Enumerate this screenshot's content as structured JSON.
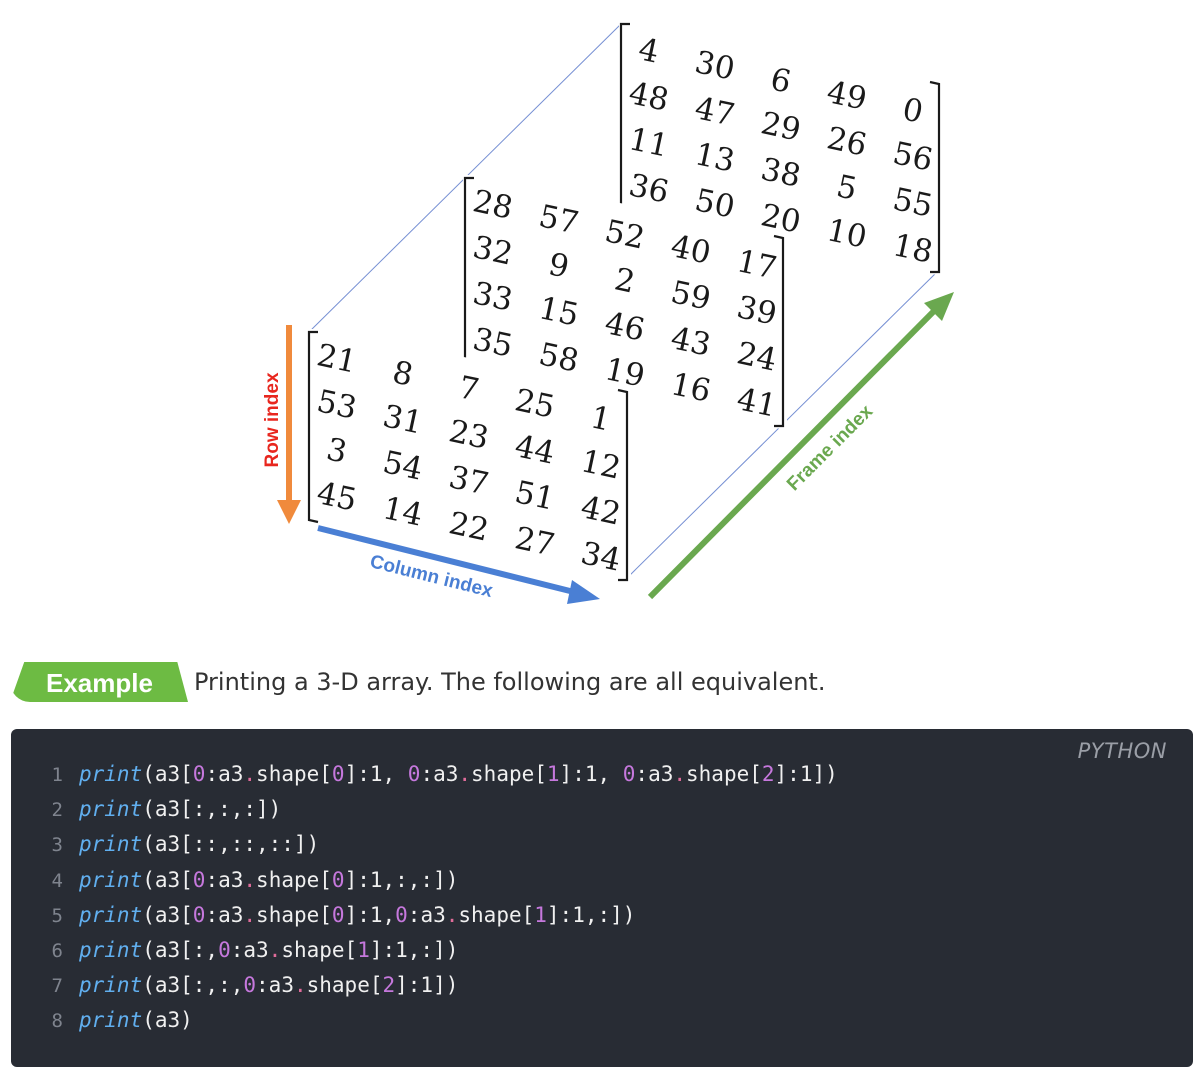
{
  "figure": {
    "back_matrix": [
      [
        4,
        30,
        6,
        49,
        0
      ],
      [
        48,
        47,
        29,
        26,
        56
      ],
      [
        11,
        13,
        38,
        5,
        55
      ],
      [
        36,
        50,
        20,
        10,
        18
      ]
    ],
    "middle_matrix": [
      [
        28,
        57,
        52,
        40,
        17
      ],
      [
        32,
        9,
        2,
        59,
        39
      ],
      [
        33,
        15,
        46,
        43,
        24
      ],
      [
        35,
        58,
        19,
        16,
        41
      ]
    ],
    "front_matrix": [
      [
        21,
        8,
        7,
        25,
        1
      ],
      [
        53,
        31,
        23,
        44,
        12
      ],
      [
        3,
        54,
        37,
        51,
        42
      ],
      [
        45,
        14,
        22,
        27,
        34
      ]
    ],
    "row_axis_label": "Row index",
    "column_axis_label": "Column index",
    "frame_axis_label": "Frame index",
    "colors": {
      "row_axis": "#f08a3c",
      "row_label": "#e8261e",
      "column_axis": "#4a7fd4",
      "frame_axis": "#6aa84f",
      "guide_lines": "#3a5fc0"
    }
  },
  "example": {
    "badge": "Example",
    "description": "Printing a 3-D array. The following are all equivalent."
  },
  "code": {
    "language": "PYTHON",
    "lines": [
      {
        "n": "1",
        "tokens": [
          [
            "fn",
            "print"
          ],
          [
            "p",
            "(a3["
          ],
          [
            "num",
            "0"
          ],
          [
            "p",
            ":a3"
          ],
          [
            "op",
            "."
          ],
          [
            "p",
            "shape["
          ],
          [
            "num",
            "0"
          ],
          [
            "p",
            "]:1, "
          ],
          [
            "num",
            "0"
          ],
          [
            "p",
            ":a3"
          ],
          [
            "op",
            "."
          ],
          [
            "p",
            "shape["
          ],
          [
            "num",
            "1"
          ],
          [
            "p",
            "]:1, "
          ],
          [
            "num",
            "0"
          ],
          [
            "p",
            ":a3"
          ],
          [
            "op",
            "."
          ],
          [
            "p",
            "shape["
          ],
          [
            "num",
            "2"
          ],
          [
            "p",
            "]:1])"
          ]
        ]
      },
      {
        "n": "2",
        "tokens": [
          [
            "fn",
            "print"
          ],
          [
            "p",
            "(a3[:,:,:])"
          ]
        ]
      },
      {
        "n": "3",
        "tokens": [
          [
            "fn",
            "print"
          ],
          [
            "p",
            "(a3[::,::,::])"
          ]
        ]
      },
      {
        "n": "4",
        "tokens": [
          [
            "fn",
            "print"
          ],
          [
            "p",
            "(a3["
          ],
          [
            "num",
            "0"
          ],
          [
            "p",
            ":a3"
          ],
          [
            "op",
            "."
          ],
          [
            "p",
            "shape["
          ],
          [
            "num",
            "0"
          ],
          [
            "p",
            "]:1,:,:])"
          ]
        ]
      },
      {
        "n": "5",
        "tokens": [
          [
            "fn",
            "print"
          ],
          [
            "p",
            "(a3["
          ],
          [
            "num",
            "0"
          ],
          [
            "p",
            ":a3"
          ],
          [
            "op",
            "."
          ],
          [
            "p",
            "shape["
          ],
          [
            "num",
            "0"
          ],
          [
            "p",
            "]:1,"
          ],
          [
            "num",
            "0"
          ],
          [
            "p",
            ":a3"
          ],
          [
            "op",
            "."
          ],
          [
            "p",
            "shape["
          ],
          [
            "num",
            "1"
          ],
          [
            "p",
            "]:1,:])"
          ]
        ]
      },
      {
        "n": "6",
        "tokens": [
          [
            "fn",
            "print"
          ],
          [
            "p",
            "(a3[:,"
          ],
          [
            "num",
            "0"
          ],
          [
            "p",
            ":a3"
          ],
          [
            "op",
            "."
          ],
          [
            "p",
            "shape["
          ],
          [
            "num",
            "1"
          ],
          [
            "p",
            "]:1,:])"
          ]
        ]
      },
      {
        "n": "7",
        "tokens": [
          [
            "fn",
            "print"
          ],
          [
            "p",
            "(a3[:,:,"
          ],
          [
            "num",
            "0"
          ],
          [
            "p",
            ":a3"
          ],
          [
            "op",
            "."
          ],
          [
            "p",
            "shape["
          ],
          [
            "num",
            "2"
          ],
          [
            "p",
            "]:1])"
          ]
        ]
      },
      {
        "n": "8",
        "tokens": [
          [
            "fn",
            "print"
          ],
          [
            "p",
            "(a3)"
          ]
        ]
      }
    ]
  }
}
